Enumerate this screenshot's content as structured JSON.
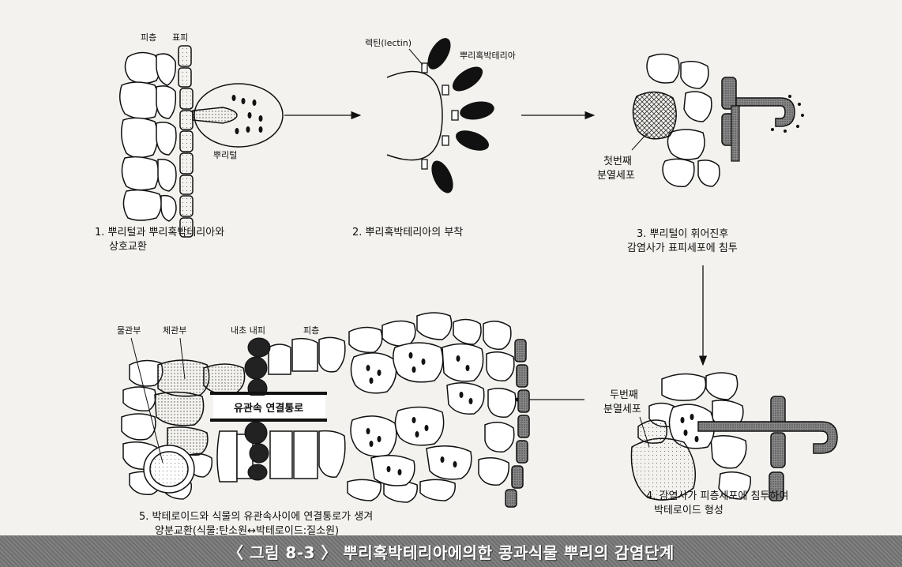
{
  "labels": {
    "s1_cortex": "피층",
    "s1_epidermis": "표피",
    "s1_root_hair": "뿌리털",
    "s2_lectin": "렉틴(lectin)",
    "s2_bacteria": "뿌리혹박테리아",
    "s3_first_cell_1": "첫번째",
    "s3_first_cell_2": "분열세포",
    "s4_second_cell_1": "두번째",
    "s4_second_cell_2": "분열세포",
    "s5_xylem": "물관부",
    "s5_phloem": "체관부",
    "s5_endodermis": "내초 내피",
    "s5_cortex": "피층",
    "s5_channel": "유관속 연결통로"
  },
  "captions": {
    "s1_line1": "1. 뿌리털과 뿌리혹박테리아와",
    "s1_line2": "상호교환",
    "s2_line1": "2. 뿌리혹박테리아의 부착",
    "s3_line1": "3. 뿌리털이 휘어진후",
    "s3_line2": "감염사가 표피세포에 침투",
    "s4_line1": "4. 감염사가 피층세포에 침투하여",
    "s4_line2": "박테로이드 형성",
    "s5_line1": "5. 박테로이드와 식물의 유관속사이에 연결통로가 생겨",
    "s5_line2": "양분교환(식물:탄소원↔박테로이드:질소원)"
  },
  "title": "〈 그림 8-3 〉 뿌리혹박테리아에의한 콩과식물 뿌리의 감염단계"
}
